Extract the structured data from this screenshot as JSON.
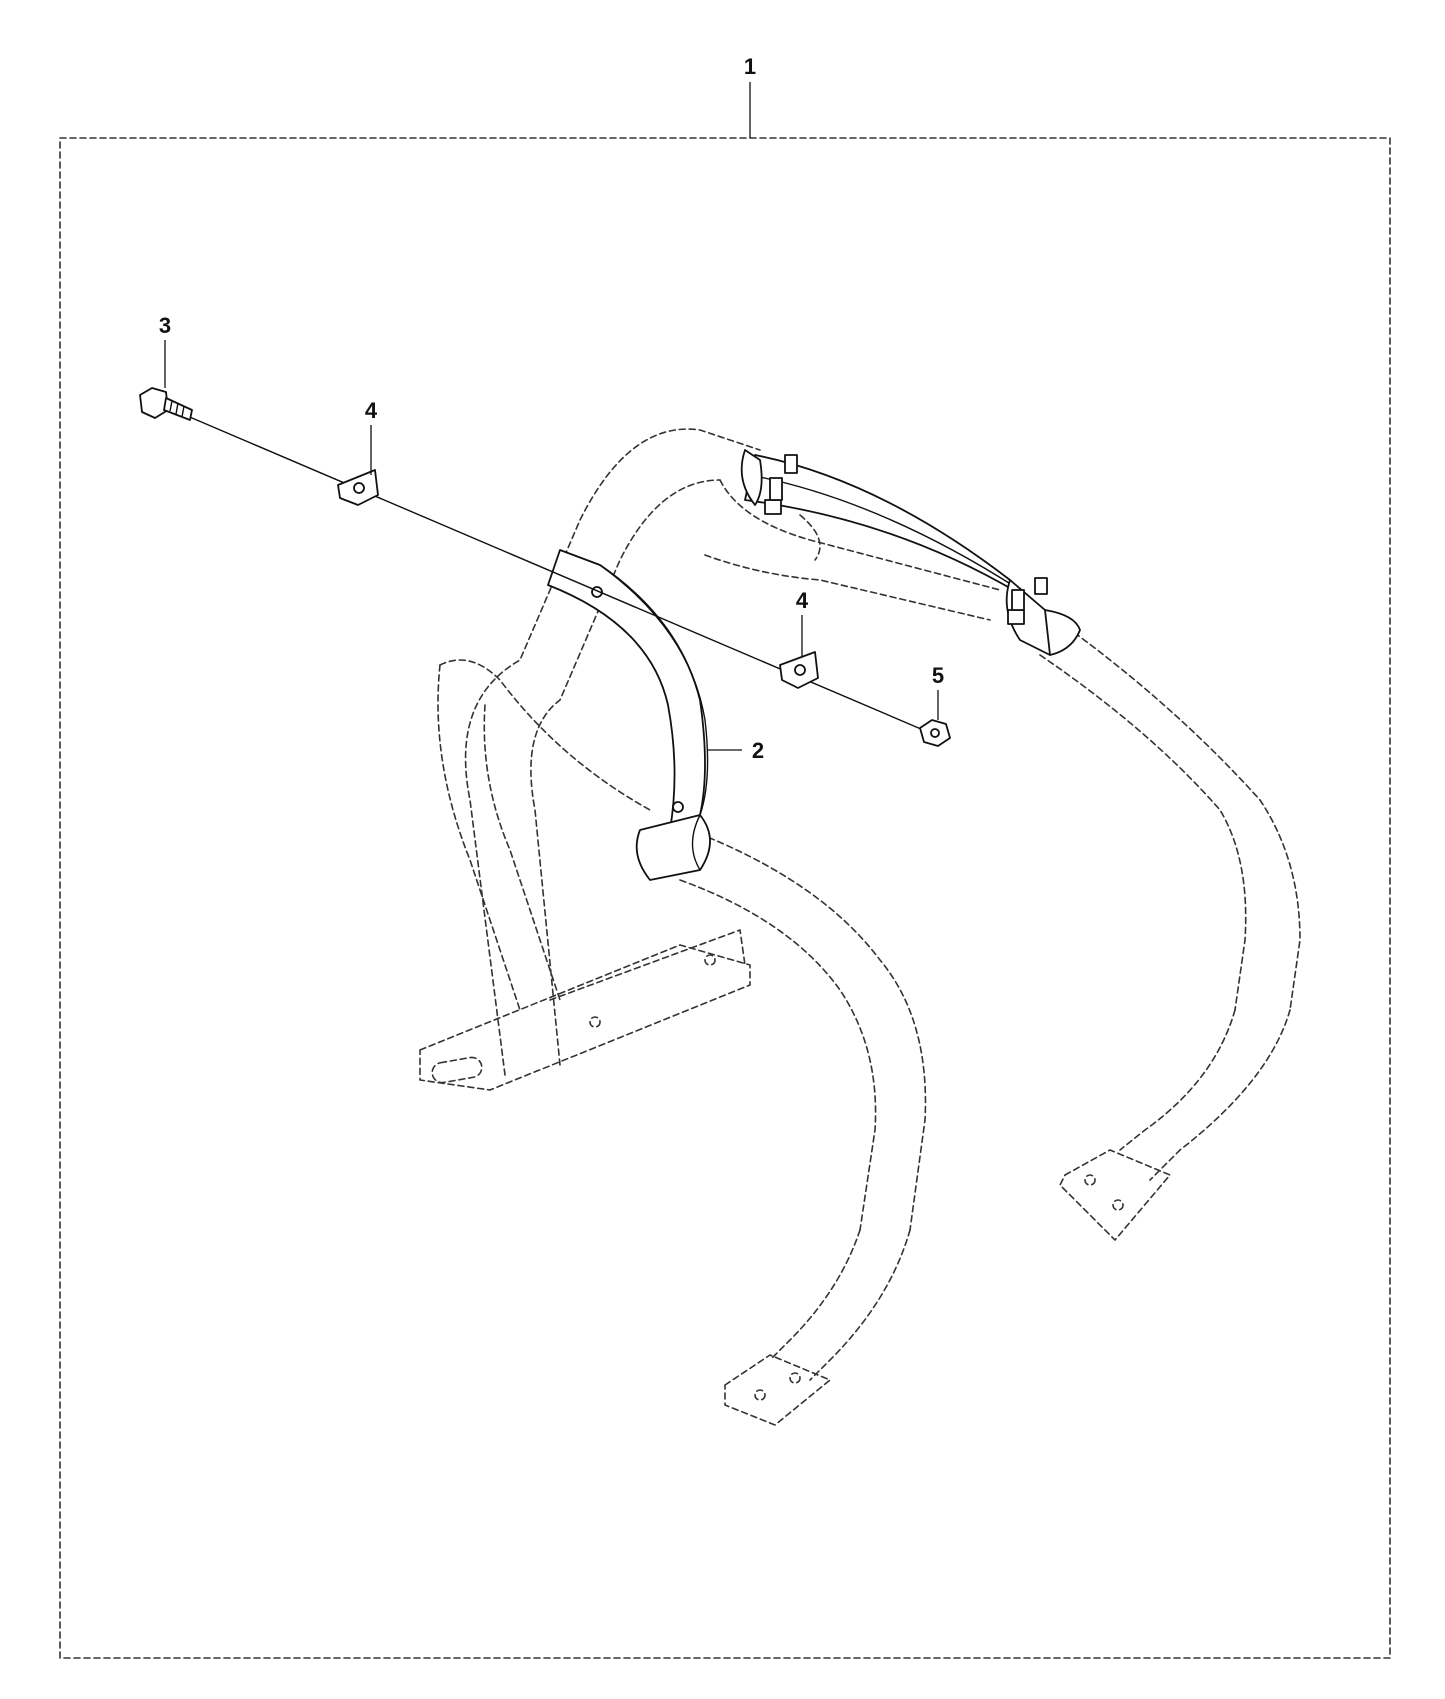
{
  "colors": {
    "line": "#111111",
    "phantom": "#333333",
    "background": "#ffffff"
  },
  "callouts": {
    "kit": "1",
    "bracket": "2",
    "screw": "3",
    "washer_a": "4",
    "washer_b": "4",
    "nut": "5"
  }
}
